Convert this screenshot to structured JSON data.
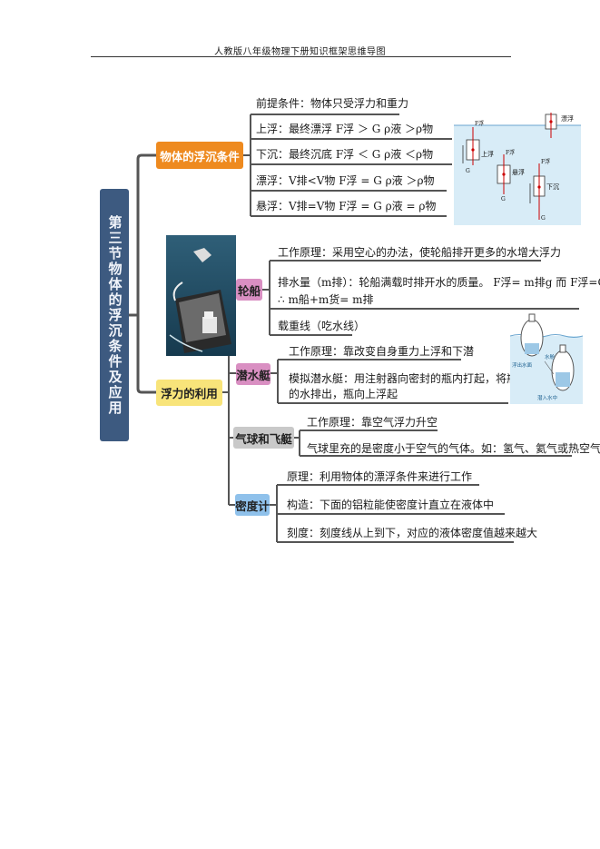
{
  "header": {
    "title": "人教版八年级物理下册知识框架思维导图"
  },
  "root": {
    "label": "第三节物体的浮沉条件及应用"
  },
  "branches": {
    "conditions": {
      "label": "物体的浮沉条件",
      "items": [
        "前提条件：物体只受浮力和重力",
        "上浮：最终漂浮    F浮  ＞ G    ρ液 ＞ρ物",
        "下沉：最终沉底    F浮  ＜ G    ρ液 ＜ρ物",
        "漂浮：V排<V物  F浮  = G    ρ液 ＞ρ物",
        "悬浮：V排=V物  F浮  = G    ρ液 = ρ物"
      ]
    },
    "application": {
      "label": "浮力的利用",
      "ship": {
        "label": "轮船",
        "items": [
          "工作原理：采用空心的办法，使轮船排开更多的水增大浮力",
          "排水量（m排）：轮船满载时排开水的质量。 F浮= m排g     而 F浮=G",
          "∴ m船+m货= m排",
          "载重线（吃水线）"
        ]
      },
      "submarine": {
        "label": "潜水艇",
        "items": [
          "工作原理：靠改变自身重力上浮和下潜",
          "模拟潜水艇：用注射器向密封的瓶内打起，将瓶内",
          "的水排出，瓶向上浮起"
        ]
      },
      "balloon": {
        "label": "气球和飞艇",
        "items": [
          "工作原理：靠空气浮力升空",
          "气球里充的是密度小于空气的气体。如：氢气、氦气或热空气"
        ]
      },
      "hydrometer": {
        "label": "密度计",
        "items": [
          "原理：利用物体的漂浮条件来进行工作",
          "构造：下面的铝粒能使密度计直立在液体中",
          "刻度：刻度线从上到下，对应的液体密度值越来越大"
        ]
      }
    }
  },
  "float_diagram": {
    "labels": {
      "float_top": "漂浮",
      "rise": "上浮",
      "suspend": "悬浮",
      "sink": "下沉",
      "fb": "F浮",
      "g": "G"
    }
  },
  "sub_diagram": {
    "labels": {
      "float": "浮出水面",
      "water": "水舱",
      "dive": "潜入水中"
    }
  },
  "colors": {
    "root": "#3d5a80",
    "conditions": "#ee8a1f",
    "application": "#f8e47a",
    "ship": "#d98fc2",
    "submarine": "#d98fc2",
    "balloon": "#c9c9c9",
    "hydrometer": "#8fc1eb",
    "water": "#d8ecf7",
    "connector": "#555555"
  }
}
